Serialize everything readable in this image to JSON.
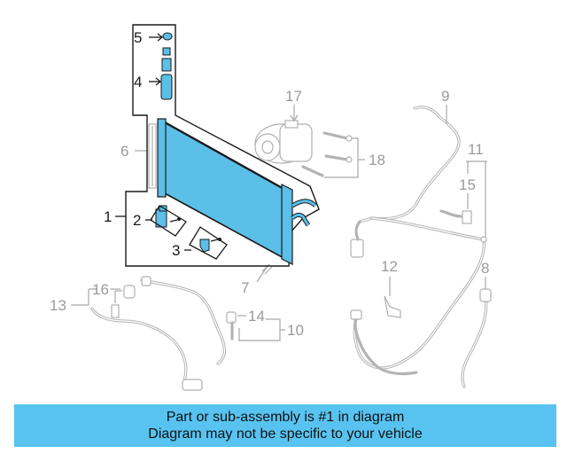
{
  "callouts": {
    "c1": "1",
    "c2": "2",
    "c3": "3",
    "c4": "4",
    "c5": "5",
    "c6": "6",
    "c7": "7",
    "c8": "8",
    "c9": "9",
    "c10": "10",
    "c11": "11",
    "c12": "12",
    "c13": "13",
    "c14": "14",
    "c15": "15",
    "c16": "16",
    "c17": "17",
    "c18": "18"
  },
  "banner": {
    "line1": "Part or sub-assembly is #1 in diagram",
    "line2": "Diagram may not be specific to your vehicle"
  },
  "colors": {
    "condenser_fill": "#5bbfe8",
    "highlight_outline": "#1a1a1a",
    "banner_bg": "#58c3f0",
    "faded_parts": "#a8a8a8"
  }
}
